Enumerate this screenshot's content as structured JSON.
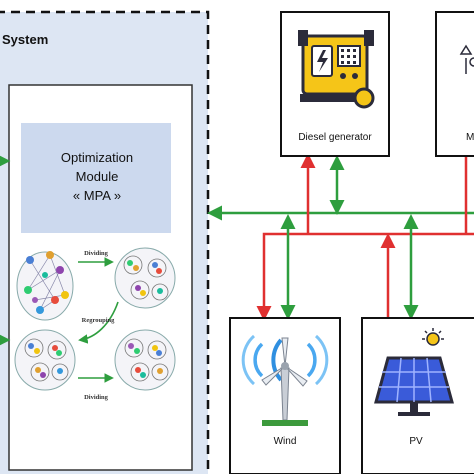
{
  "system": {
    "title": "System"
  },
  "optimization": {
    "line1": "Optimization",
    "line2": "Module",
    "line3": "« MPA »"
  },
  "mpa_steps": {
    "dividing_top": "Dividing",
    "regrouping": "Regrouping",
    "dividing_bottom": "Dividing"
  },
  "nodes": {
    "diesel": {
      "label": "Diesel generator"
    },
    "partial_right": {
      "label": "M"
    },
    "wind": {
      "label": "Wind"
    },
    "pv": {
      "label": "PV"
    }
  },
  "colors": {
    "system_bg": "#dde6f3",
    "optimization_bg": "#ccd9ee",
    "power_line": "#e03030",
    "data_line": "#2e9e3e",
    "border": "#111111"
  },
  "icons": [
    "diesel-generator-icon",
    "wind-turbine-icon",
    "solar-panel-icon",
    "sun-icon"
  ]
}
